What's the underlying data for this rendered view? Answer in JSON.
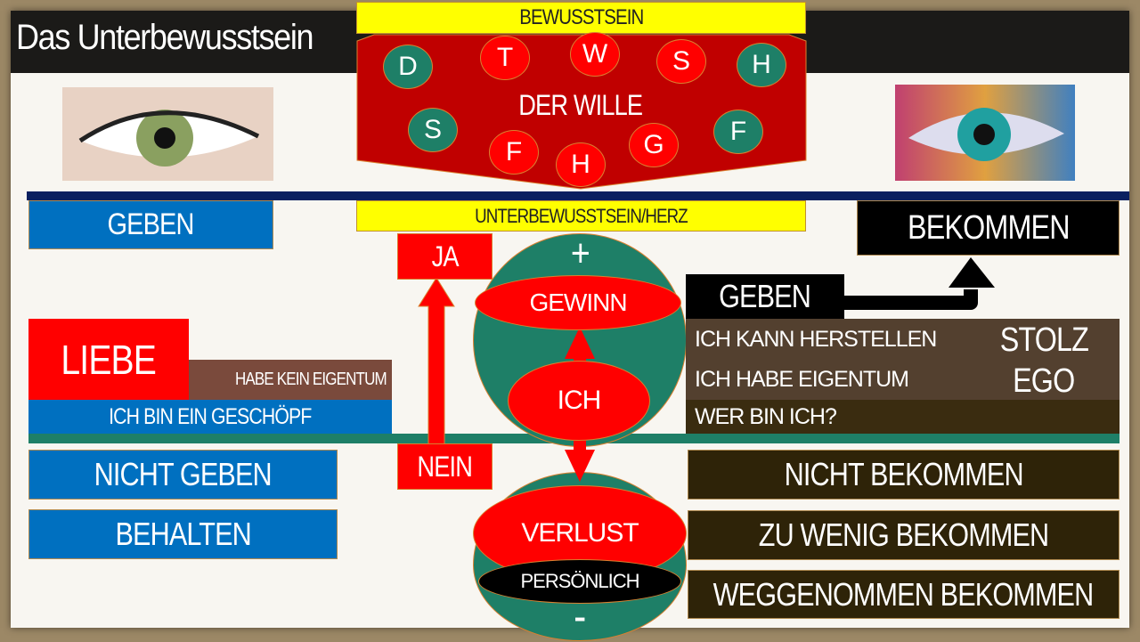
{
  "title": "Das Unterbewusstsein",
  "top": {
    "bewusstsein": "BEWUSSTSEIN",
    "der_wille": "DER WILLE",
    "circles": [
      "D",
      "T",
      "W",
      "S",
      "H",
      "S",
      "F",
      "H",
      "G",
      "F"
    ]
  },
  "unterbewusstsein": "UNTERBEWUSSTSEIN/HERZ",
  "left": {
    "geben": "GEBEN",
    "liebe": "LIEBE",
    "habe_kein_eigentum": "HABE KEIN EIGENTUM",
    "geschoepf": "ICH BIN EIN GESCHÖPF",
    "nicht_geben": "NICHT GEBEN",
    "behalten": "BEHALTEN"
  },
  "center": {
    "ja": "JA",
    "nein": "NEIN",
    "plus": "+",
    "minus": "-",
    "gewinn": "GEWINN",
    "ich": "ICH",
    "verlust": "VERLUST",
    "persoenlich": "PERSÖNLICH"
  },
  "right": {
    "bekommen": "BEKOMMEN",
    "geben": "GEBEN",
    "rows": [
      "ICH KANN HERSTELLEN",
      "ICH HABE EIGENTUM",
      "WER BIN ICH?"
    ],
    "stolz": "STOLZ",
    "ego": "EGO",
    "nicht_bekommen": "NICHT BEKOMMEN",
    "zu_wenig": "ZU WENIG BEKOMMEN",
    "weggenommen": "WEGGENOMMEN BEKOMMEN"
  },
  "colors": {
    "red": "#ff0000",
    "green": "#1e7f67",
    "blue": "#0070c0",
    "yellow": "#ffff00",
    "navy": "#0a2060",
    "dark": "#2e2308"
  }
}
